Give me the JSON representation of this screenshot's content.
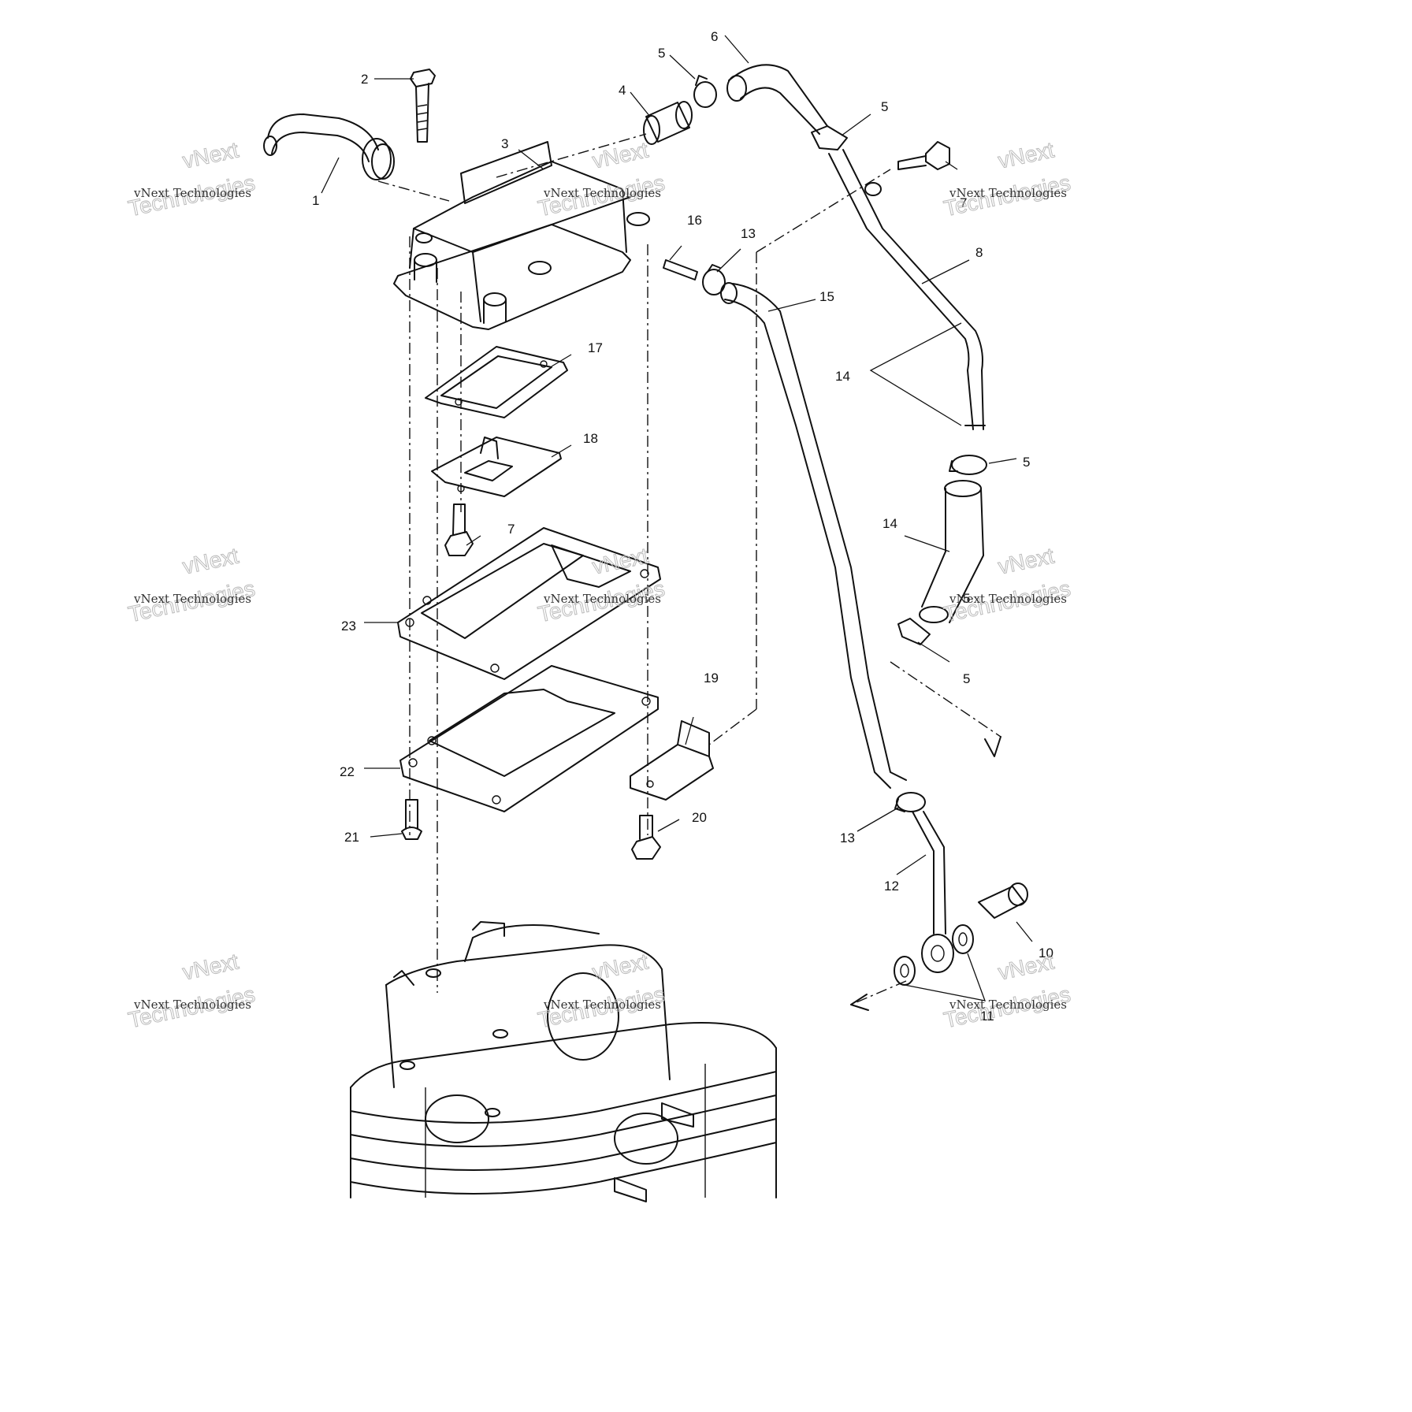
{
  "diagram": {
    "callouts": [
      "1",
      "2",
      "3",
      "4",
      "5",
      "5",
      "5",
      "5",
      "5",
      "6",
      "7",
      "7",
      "8",
      "10",
      "11",
      "12",
      "13",
      "13",
      "14",
      "14",
      "15",
      "16",
      "17",
      "18",
      "19",
      "20",
      "21",
      "22",
      "23"
    ]
  },
  "watermark": {
    "line1": "vNext Technologies",
    "line2": "Technologies",
    "line3": "vNext"
  }
}
